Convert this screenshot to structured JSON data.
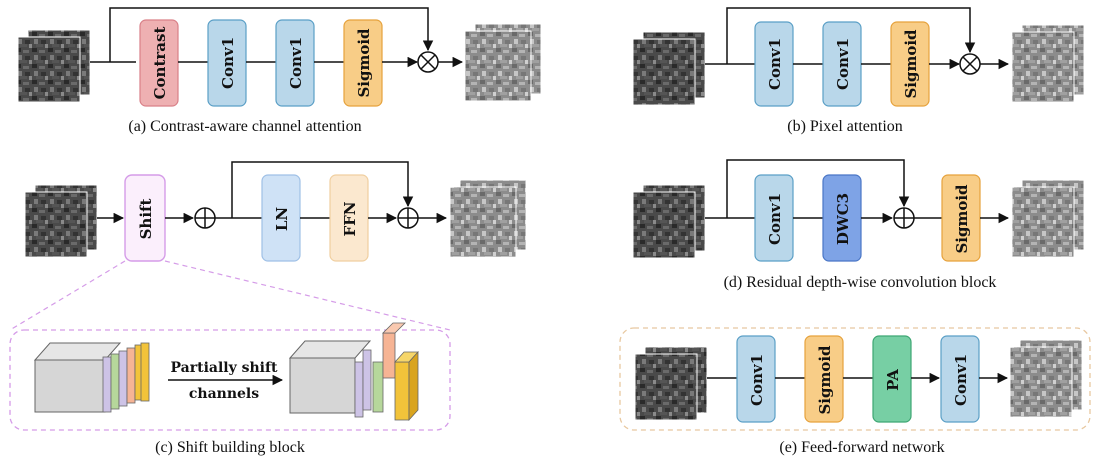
{
  "colors": {
    "contrast": "#eeb0b2",
    "conv": "#b9d7ea",
    "sigmoid": "#f8cd87",
    "dwc3": "#7ea3e6",
    "pa": "#77cfa4",
    "ln": "#cfe2f6",
    "ffn": "#fbe8cf",
    "shift_border": "#d59ce8",
    "dashed_purple": "#d59ce8",
    "dashed_orange": "#e8c8a0",
    "stack": [
      "#cdc3e6",
      "#b6d79b",
      "#f6b494",
      "#f2c33a"
    ]
  },
  "panel_a": {
    "blocks": [
      "Contrast",
      "Conv1",
      "Conv1",
      "Sigmoid"
    ],
    "operator": "⊗",
    "caption": "(a) Contrast-aware channel attention"
  },
  "panel_b": {
    "blocks": [
      "Conv1",
      "Conv1",
      "Sigmoid"
    ],
    "operator": "⊗",
    "caption": "(b) Pixel attention"
  },
  "panel_c": {
    "blocks": [
      "Shift",
      "LN",
      "FFN"
    ],
    "operator": "⊕",
    "caption": "(c) Shift building block",
    "inset_label": [
      "Partially shift",
      "channels"
    ]
  },
  "panel_d": {
    "blocks": [
      "Conv1",
      "DWC3",
      "Sigmoid"
    ],
    "operator": "⊕",
    "caption": "(d) Residual depth-wise convolution block"
  },
  "panel_e": {
    "blocks": [
      "Conv1",
      "Sigmoid",
      "PA",
      "Conv1"
    ],
    "caption": "(e) Feed-forward network"
  }
}
